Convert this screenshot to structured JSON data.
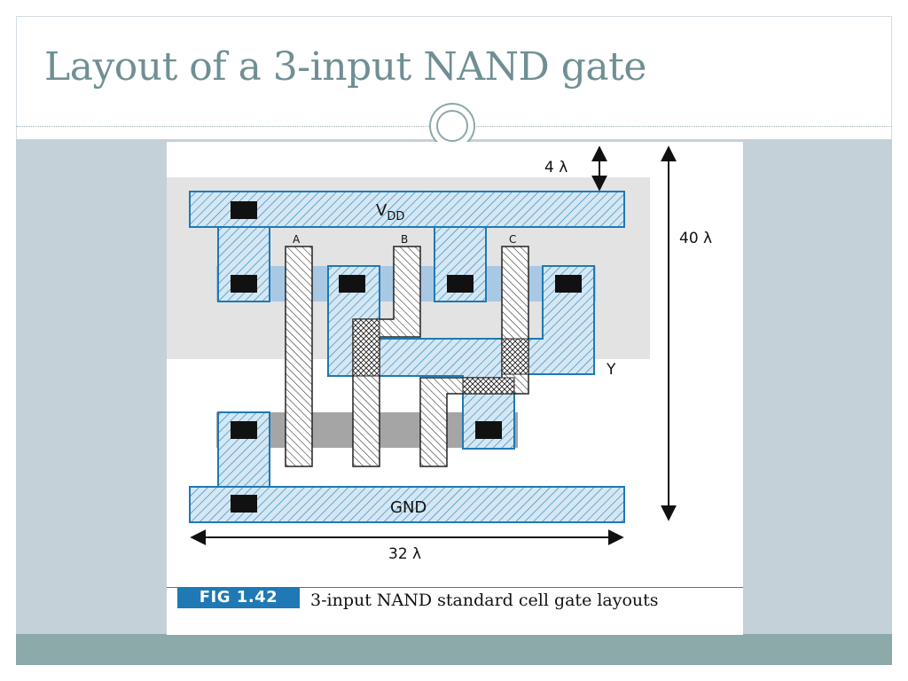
{
  "slide": {
    "title": "Layout of a 3-input NAND gate"
  },
  "figure": {
    "rails": {
      "vdd": "V",
      "vdd_sub": "DD",
      "gnd": "GND"
    },
    "inputs": [
      "A",
      "B",
      "C"
    ],
    "output": "Y",
    "dimensions": {
      "top_gap": "4 λ",
      "height": "40 λ",
      "width": "32 λ"
    },
    "caption": {
      "label": "FIG 1.42",
      "text": "3-input NAND standard cell gate layouts"
    }
  },
  "colors": {
    "title": "#6f8f93",
    "band": "#c4d1d9",
    "footer": "#8daaaa",
    "metal": "#1f79b4",
    "caption_label": "#1f79b4",
    "well": "#e3e3e3"
  }
}
